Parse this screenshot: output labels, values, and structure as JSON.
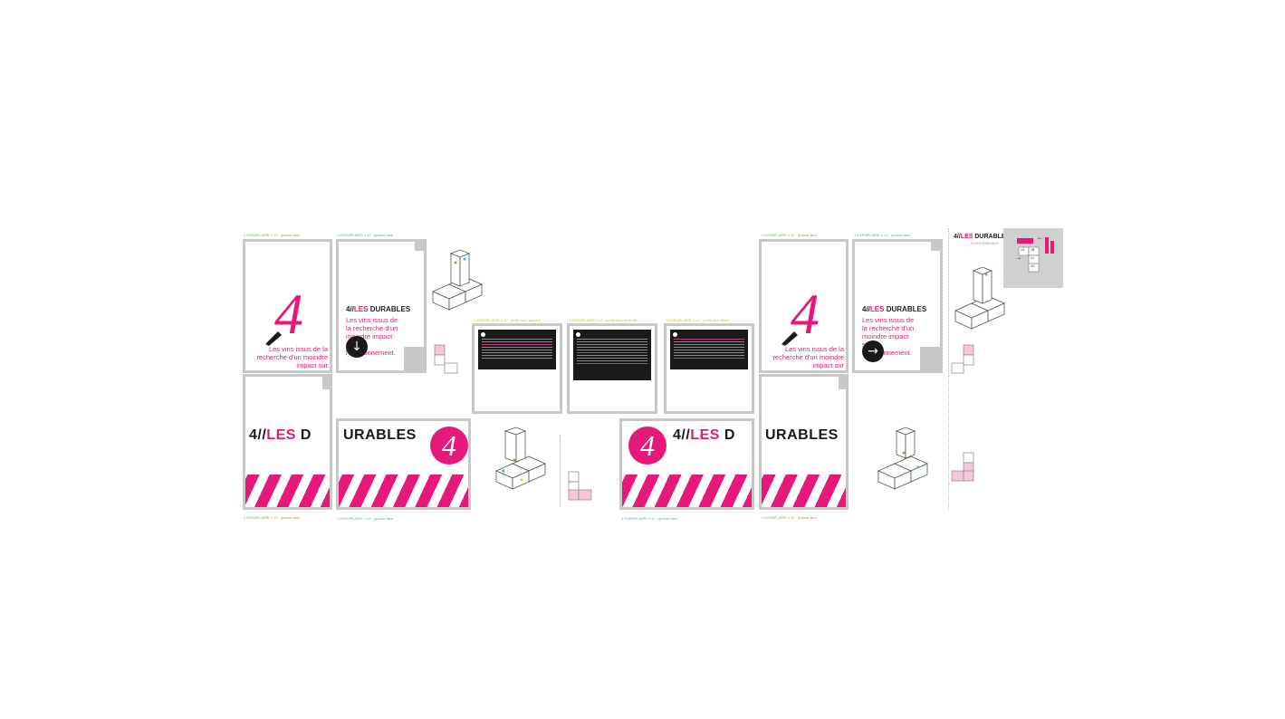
{
  "labels": {
    "grande_face_green": "1 EXEMPLAIRE // x2 · grande face",
    "grande_face_blue": "1 EXEMPLAIRE // x2 · grande face",
    "petite_face_gauche": "1 EXEMPLAIRE // x2 · petite face gauche",
    "petite_face_centre": "1 EXEMPLAIRE // x2 · petite face centrale",
    "petite_face_droite": "1 EXEMPLAIRE // x2 · petite face droite"
  },
  "brand": {
    "numeral": "4",
    "title_prefix": "4//",
    "title_pink": "LES",
    "title_rest": "DURABLES",
    "tagline": "Les vins issus de la recherche d'un moindre impact sur l'environnement.",
    "banner_left": "4//LES D",
    "banner_left_prefix": "4//",
    "banner_left_pink": "LES",
    "banner_left_end": "D",
    "banner_right": "URABLES",
    "positioning": "POSITIONNEMENT"
  },
  "icons": {
    "down_arrow": "↓",
    "right_arrow": "→"
  },
  "legend": {
    "cell_1": "1A",
    "cell_2": "1B",
    "cell_3": "1C",
    "cell_4": "1D"
  },
  "colors": {
    "pink": "#e6197a",
    "grey": "#c8c8c8",
    "dark": "#1a1a1a"
  }
}
